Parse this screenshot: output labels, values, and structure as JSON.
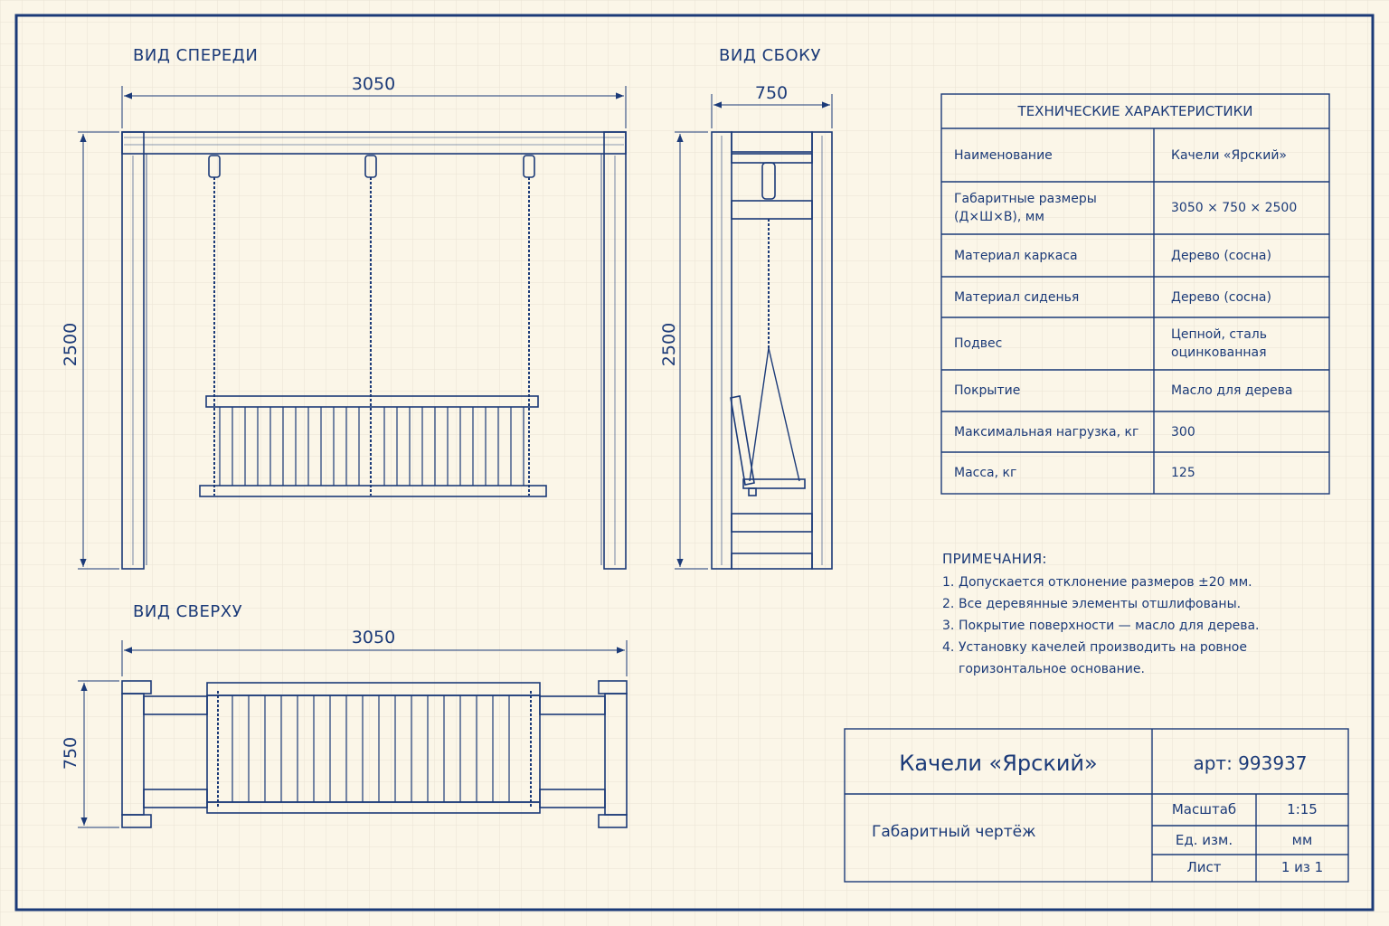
{
  "views": {
    "front": {
      "title": "ВИД СПЕРЕДИ",
      "width_dim": "3050",
      "height_dim": "2500"
    },
    "side": {
      "title": "ВИД СБОКУ",
      "width_dim": "750",
      "height_dim": "2500"
    },
    "top": {
      "title": "ВИД СВЕРХУ",
      "width_dim": "3050",
      "depth_dim": "750"
    }
  },
  "specs": {
    "title": "ТЕХНИЧЕСКИЕ ХАРАКТЕРИСТИКИ",
    "rows": [
      {
        "label": "Наименование",
        "value": "Качели «Ярский»"
      },
      {
        "label": "Габаритные размеры (Д×Ш×В), мм",
        "value": "3050 × 750 × 2500"
      },
      {
        "label": "Материал каркаса",
        "value": "Дерево (сосна)"
      },
      {
        "label": "Материал сиденья",
        "value": "Дерево (сосна)"
      },
      {
        "label": "Подвес",
        "value": "Цепной, сталь оцинкованная"
      },
      {
        "label": "Покрытие",
        "value": "Масло для дерева"
      },
      {
        "label": "Максимальная нагрузка, кг",
        "value": "300"
      },
      {
        "label": "Масса, кг",
        "value": "125"
      }
    ]
  },
  "notes": {
    "title": "ПРИМЕЧАНИЯ:",
    "items": [
      {
        "num": "1.",
        "text": "Допускается отклонение размеров ±20 мм."
      },
      {
        "num": "2.",
        "text": "Все деревянные элементы отшлифованы."
      },
      {
        "num": "3.",
        "text": "Покрытие поверхности — масло для дерева."
      },
      {
        "num": "4.",
        "text": "Установку качелей производить на ровное горизонтальное основание."
      }
    ]
  },
  "title_block": {
    "name": "Качели «Ярский»",
    "article": "арт: 993937",
    "doc_type": "Габаритный чертёж",
    "scale_label": "Масштаб",
    "scale_value": "1:15",
    "units_label": "Ед. изм.",
    "units_value": "мм",
    "sheet_label": "Лист",
    "sheet_value": "1 из 1"
  },
  "colors": {
    "paper": "#fbf6e8",
    "ink": "#1b3a78",
    "grid": "#e6e0d2"
  }
}
